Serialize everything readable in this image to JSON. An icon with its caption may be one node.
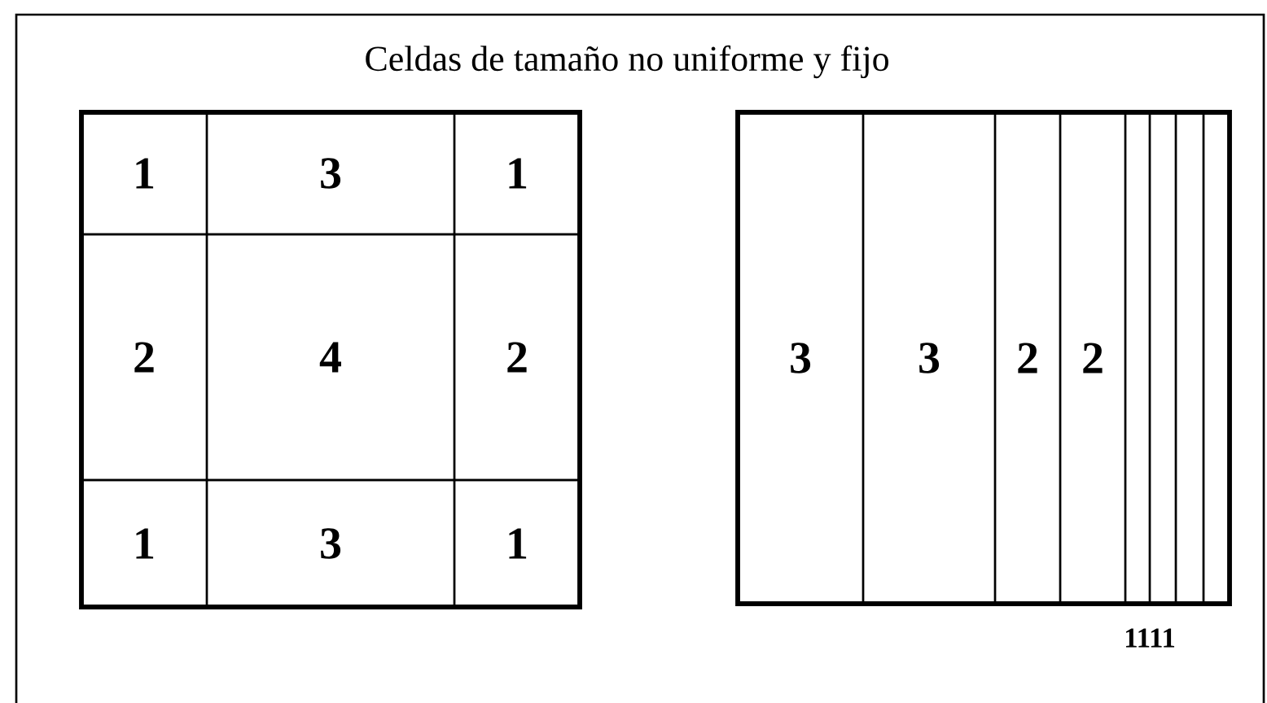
{
  "diagram": {
    "title": "Celdas de tamaño no uniforme y fijo",
    "nodes": [
      {
        "text": [],
        "shape": "box"
      },
      {
        "text": [
          "1"
        ],
        "in": 0
      },
      {
        "text": [
          "3"
        ],
        "in": 0
      },
      {
        "text": [
          "1"
        ],
        "in": 0
      },
      {
        "text": [
          "2"
        ],
        "in": 0
      },
      {
        "text": [
          "4"
        ],
        "in": 0
      },
      {
        "text": [
          "2"
        ],
        "in": 0
      },
      {
        "text": [
          "1"
        ],
        "in": 0
      },
      {
        "text": [
          "3"
        ],
        "in": 0
      },
      {
        "text": [
          "1"
        ],
        "in": 0
      },
      {
        "text": [],
        "shape": "box"
      },
      {
        "text": [
          "3"
        ],
        "in": 10
      },
      {
        "text": [
          "3"
        ],
        "in": 10
      },
      {
        "text": [
          "2"
        ],
        "in": 10
      },
      {
        "text": [
          "2"
        ],
        "in": 10
      },
      {
        "text": [],
        "shape": "box",
        "in": 10
      },
      {
        "text": [],
        "shape": "box",
        "in": 10
      },
      {
        "text": [],
        "shape": "box",
        "in": 10
      },
      {
        "text": [],
        "shape": "box",
        "in": 10
      }
    ],
    "labels": [
      "1111"
    ]
  }
}
